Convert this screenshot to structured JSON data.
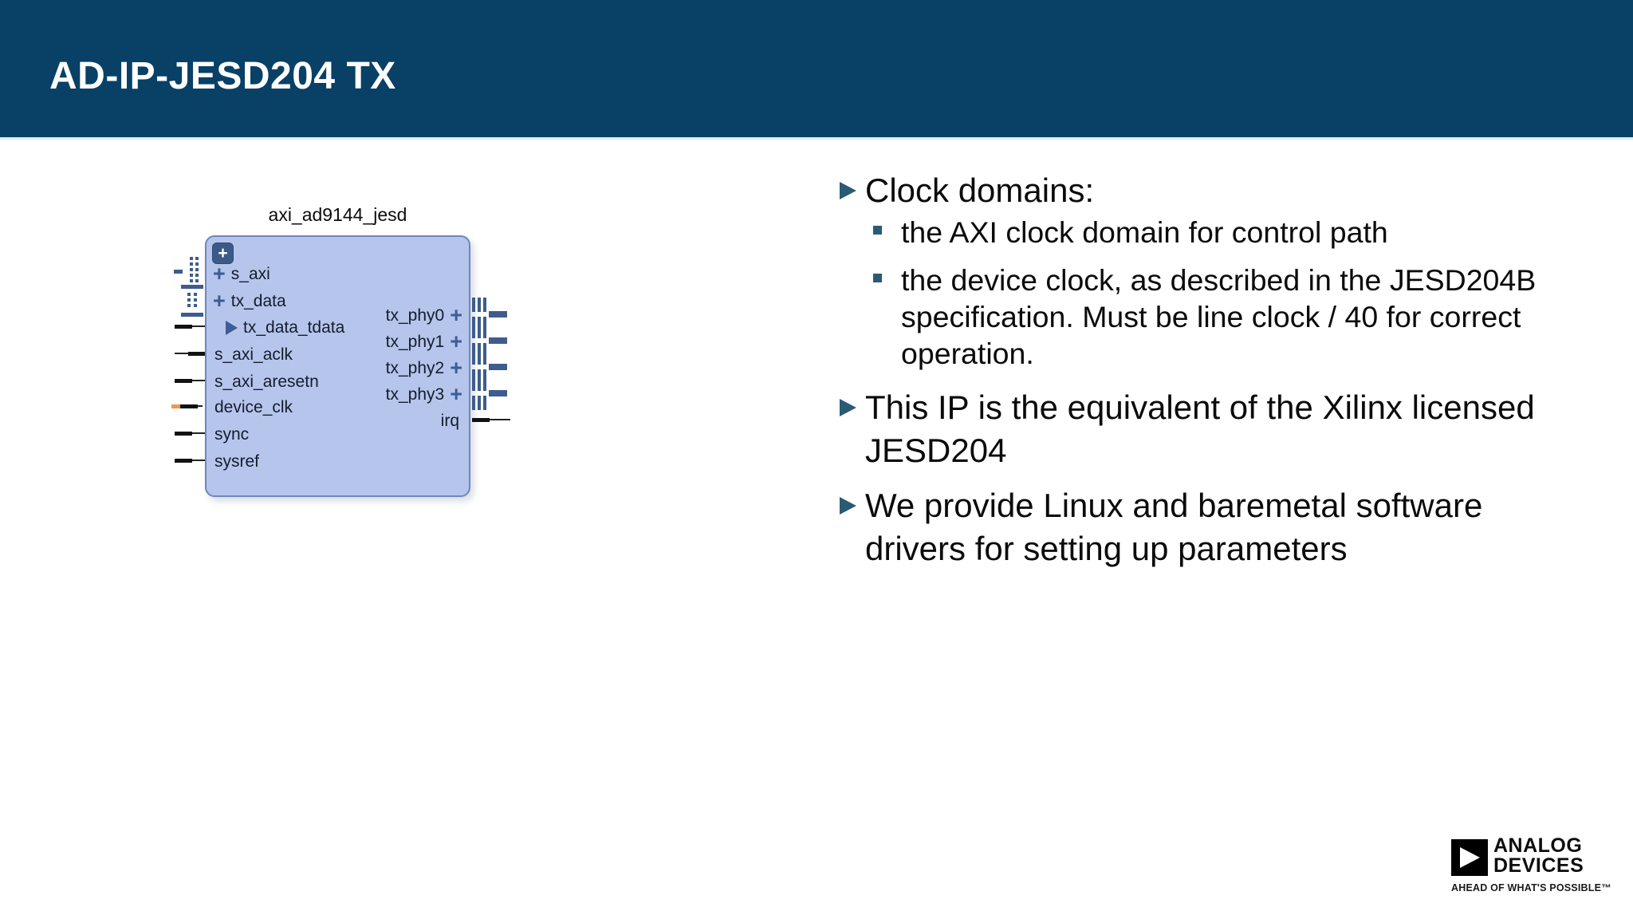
{
  "slide": {
    "title": "AD-IP-JESD204 TX"
  },
  "diagram": {
    "block_title": "axi_ad9144_jesd",
    "expand_button_label": "+",
    "port_expand_icon": "+",
    "left_ports": [
      {
        "label": "s_axi",
        "kind": "axi-interface"
      },
      {
        "label": "tx_data",
        "kind": "axi-interface"
      },
      {
        "label": "tx_data_tdata",
        "kind": "data-pin"
      },
      {
        "label": "s_axi_aclk",
        "kind": "clock-pin"
      },
      {
        "label": "s_axi_aresetn",
        "kind": "reset-pin"
      },
      {
        "label": "device_clk",
        "kind": "clock-pin-orange"
      },
      {
        "label": "sync",
        "kind": "signal-pin"
      },
      {
        "label": "sysref",
        "kind": "signal-pin"
      }
    ],
    "right_ports": [
      {
        "label": "tx_phy0",
        "kind": "phy-interface"
      },
      {
        "label": "tx_phy1",
        "kind": "phy-interface"
      },
      {
        "label": "tx_phy2",
        "kind": "phy-interface"
      },
      {
        "label": "tx_phy3",
        "kind": "phy-interface"
      },
      {
        "label": "irq",
        "kind": "signal-pin"
      }
    ]
  },
  "bullets": [
    {
      "level": 1,
      "text": "Clock domains:"
    },
    {
      "level": 2,
      "text": "the AXI clock domain for control path"
    },
    {
      "level": 2,
      "text": "the device clock, as described in the JESD204B specification. Must be line clock / 40 for correct operation."
    },
    {
      "level": 1,
      "text": "This IP is the equivalent of the Xilinx licensed JESD204"
    },
    {
      "level": 1,
      "text": "We provide Linux and baremetal software drivers for setting up parameters"
    }
  ],
  "logo": {
    "name_line1": "ANALOG",
    "name_line2": "DEVICES",
    "tagline": "AHEAD OF WHAT'S POSSIBLE™"
  },
  "colors": {
    "header_bg": "#084066",
    "block_fill": "#b5c5ec",
    "block_border": "#6e87bc",
    "icon_blue": "#3c5d95",
    "bullet_marker": "#2a5a74",
    "wire_black": "#121212",
    "device_clk_wire_orange": "#e79a56"
  }
}
